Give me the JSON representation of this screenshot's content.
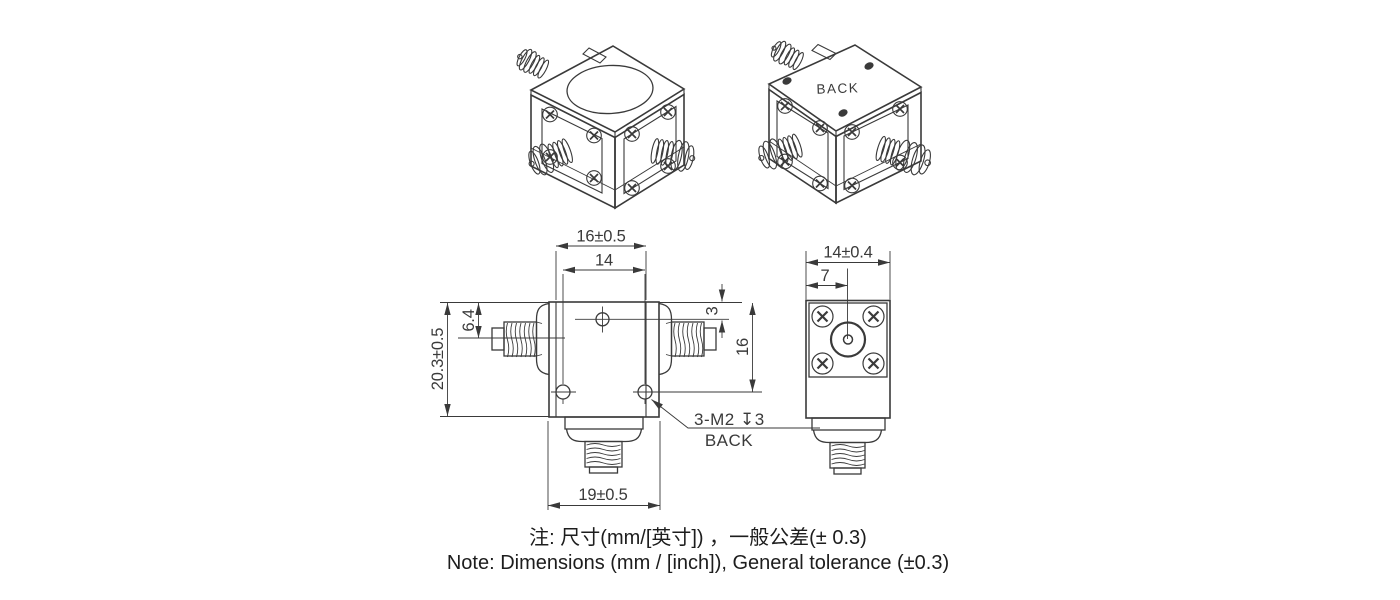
{
  "colors": {
    "background": "#ffffff",
    "drawing_line": "#3a3a3a",
    "dimension_text": "#3a3a3a",
    "note_text": "#1d1d1d"
  },
  "iso_back_view": {
    "top_label": "BACK"
  },
  "front_view": {
    "dims": {
      "pocket_width": "16±0.5",
      "hole_pitch_horizontal": "14",
      "overall_height": "20.3±0.5",
      "port_axis_offset": "6.4",
      "top_hole_offset": "3",
      "hole_pitch_vertical": "16",
      "body_width": "19±0.5"
    },
    "thread_callout": {
      "line1": "3-M2 ↧3",
      "line2": "BACK"
    }
  },
  "side_view": {
    "dims": {
      "body_depth": "14±0.4",
      "port_center_offset": "7"
    }
  },
  "notes": {
    "zh": "注: 尺寸(mm/[英寸]) ，一般公差(± 0.3)",
    "en": "Note: Dimensions (mm / [inch]), General tolerance (±0.3)"
  }
}
